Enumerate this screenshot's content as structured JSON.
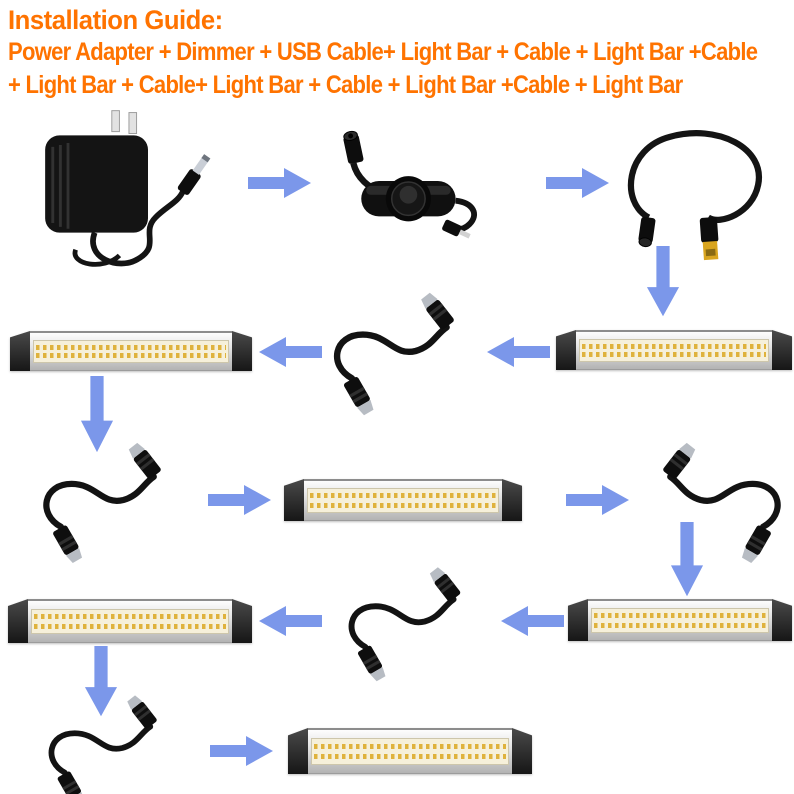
{
  "header": {
    "title": "Installation Guide:",
    "formula_line1": "Power Adapter + Dimmer + USB Cable+ Light Bar + Cable + Light Bar +Cable",
    "formula_line2": "+ Light Bar + Cable+ Light Bar + Cable + Light Bar +Cable + Light Bar"
  },
  "colors": {
    "header_text": "#ff7300",
    "arrow_blue": "#7b97ea",
    "led_amber": "#dfb23c",
    "bar_aluminum": "#d9d9d9",
    "cable_black": "#131313",
    "usb_gold": "#d9a51f"
  },
  "components": {
    "power_adapter": "Power Adapter",
    "dimmer": "Dimmer",
    "usb_cable": "USB Cable",
    "light_bar": "Light Bar",
    "cable": "Cable"
  },
  "flow_rows": [
    {
      "items": [
        "Power Adapter",
        "Dimmer",
        "USB Cable"
      ],
      "arrow_direction": "right",
      "drop_arrow": "after-last-item"
    },
    {
      "items": [
        "Light Bar",
        "Cable",
        "Light Bar"
      ],
      "arrow_direction": "left",
      "drop_arrow": "after-first-item"
    },
    {
      "items": [
        "Cable",
        "Light Bar",
        "Cable"
      ],
      "arrow_direction": "right",
      "drop_arrow": "after-last-item"
    },
    {
      "items": [
        "Light Bar",
        "Cable",
        "Light Bar"
      ],
      "arrow_direction": "left",
      "drop_arrow": "after-first-item"
    },
    {
      "items": [
        "Cable",
        "Light Bar"
      ],
      "arrow_direction": "right",
      "drop_arrow": null
    }
  ]
}
